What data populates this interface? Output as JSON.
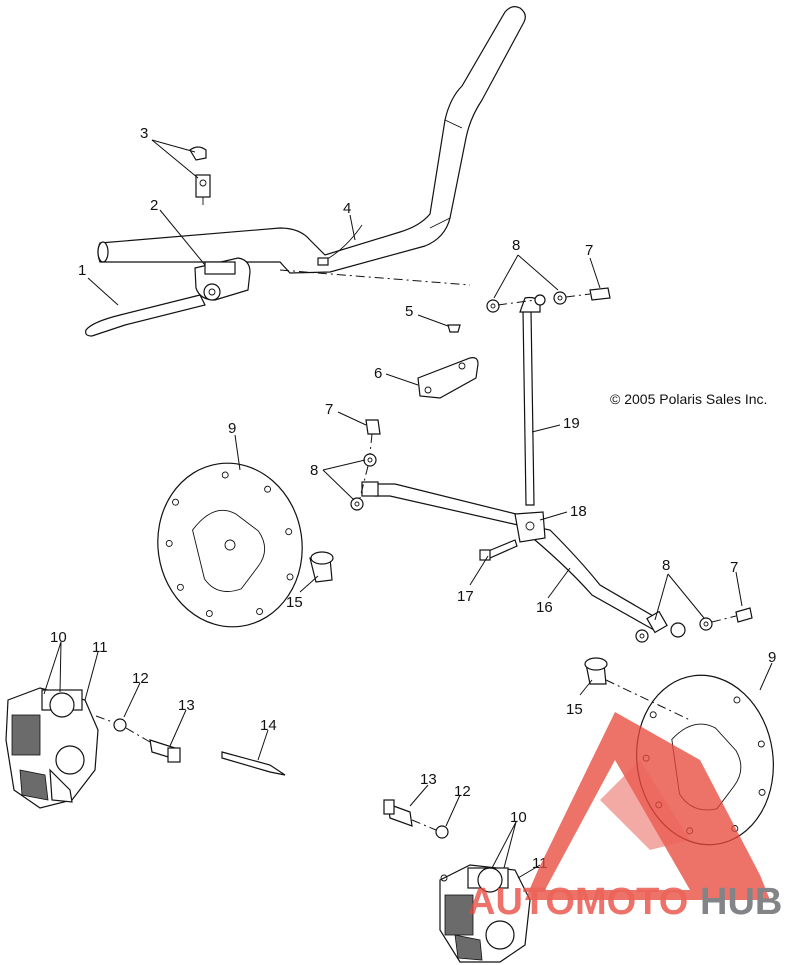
{
  "copyright": "© 2005 Polaris Sales Inc.",
  "callouts": [
    {
      "id": "c1",
      "label": "1"
    },
    {
      "id": "c2",
      "label": "2"
    },
    {
      "id": "c3",
      "label": "3"
    },
    {
      "id": "c4",
      "label": "4"
    },
    {
      "id": "c5",
      "label": "5"
    },
    {
      "id": "c6",
      "label": "6"
    },
    {
      "id": "c7a",
      "label": "7"
    },
    {
      "id": "c7b",
      "label": "7"
    },
    {
      "id": "c7c",
      "label": "7"
    },
    {
      "id": "c8a",
      "label": "8"
    },
    {
      "id": "c8b",
      "label": "8"
    },
    {
      "id": "c8c",
      "label": "8"
    },
    {
      "id": "c9a",
      "label": "9"
    },
    {
      "id": "c9b",
      "label": "9"
    },
    {
      "id": "c10a",
      "label": "10"
    },
    {
      "id": "c10b",
      "label": "10"
    },
    {
      "id": "c11a",
      "label": "11"
    },
    {
      "id": "c11b",
      "label": "11"
    },
    {
      "id": "c12a",
      "label": "12"
    },
    {
      "id": "c12b",
      "label": "12"
    },
    {
      "id": "c13a",
      "label": "13"
    },
    {
      "id": "c13b",
      "label": "13"
    },
    {
      "id": "c14",
      "label": "14"
    },
    {
      "id": "c15a",
      "label": "15"
    },
    {
      "id": "c15b",
      "label": "15"
    },
    {
      "id": "c16",
      "label": "16"
    },
    {
      "id": "c17",
      "label": "17"
    },
    {
      "id": "c18",
      "label": "18"
    },
    {
      "id": "c19",
      "label": "19"
    }
  ],
  "watermark": {
    "text_part1": "AUTOMOTO",
    "text_part2": "HUB",
    "color_red": "#e8483c",
    "color_orange": "#f4a52a",
    "color_gray": "#6d6f74"
  }
}
